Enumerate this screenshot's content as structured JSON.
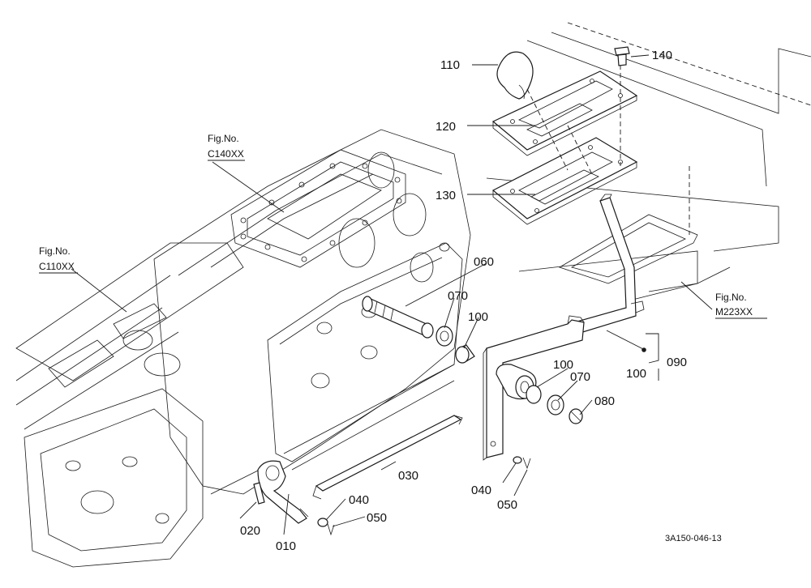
{
  "figure_refs": [
    {
      "id": "c140",
      "label": "Fig.No.",
      "code": "C140XX"
    },
    {
      "id": "c110",
      "label": "Fig.No.",
      "code": "C110XX"
    },
    {
      "id": "m223",
      "label": "Fig.No.",
      "code": "M223XX"
    }
  ],
  "callouts": {
    "p010": "010",
    "p020": "020",
    "p030": "030",
    "p040a": "040",
    "p040b": "040",
    "p050a": "050",
    "p050b": "050",
    "p060": "060",
    "p070a": "070",
    "p070b": "070",
    "p080": "080",
    "p090": "090",
    "p100a": "100",
    "p100b": "100",
    "p100c": "100",
    "p110": "110",
    "p120": "120",
    "p130": "130",
    "p140": "140"
  },
  "drawing_code": "3A150-046-13"
}
